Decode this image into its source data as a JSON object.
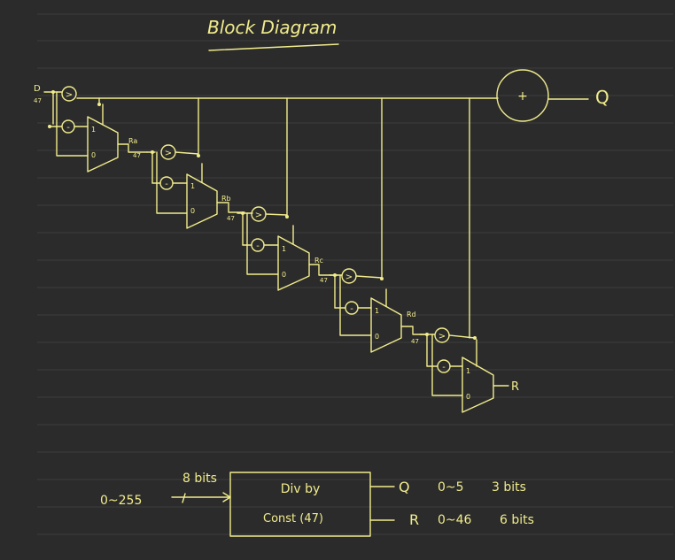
{
  "title": "Block Diagram",
  "input_labels": {
    "d": "D",
    "d_ctl": "47"
  },
  "adder": {
    "symbol": "+"
  },
  "output_q": "Q",
  "output_r": "R",
  "comparator_symbol": ">",
  "subtractor_symbol": "-",
  "mux_labels": {
    "one": "1",
    "zero": "0"
  },
  "stages": [
    {
      "reg_label": "Ra",
      "ctl_label": "47"
    },
    {
      "reg_label": "Rb",
      "ctl_label": "47"
    },
    {
      "reg_label": "Rc",
      "ctl_label": "47"
    },
    {
      "reg_label": "Rd",
      "ctl_label": "47"
    }
  ],
  "summary": {
    "input_range": "0~255",
    "input_width": "8 bits",
    "block_line1": "Div by",
    "block_line2": "Const (47)",
    "out_q": {
      "name": "Q",
      "range": "0~5",
      "width": "3 bits"
    },
    "out_r": {
      "name": "R",
      "range": "0~46",
      "width": "6 bits"
    }
  },
  "colors": {
    "background": "#2b2b2b",
    "ink": "#f1ec8c",
    "rule_lines": "#3e3e3e"
  }
}
